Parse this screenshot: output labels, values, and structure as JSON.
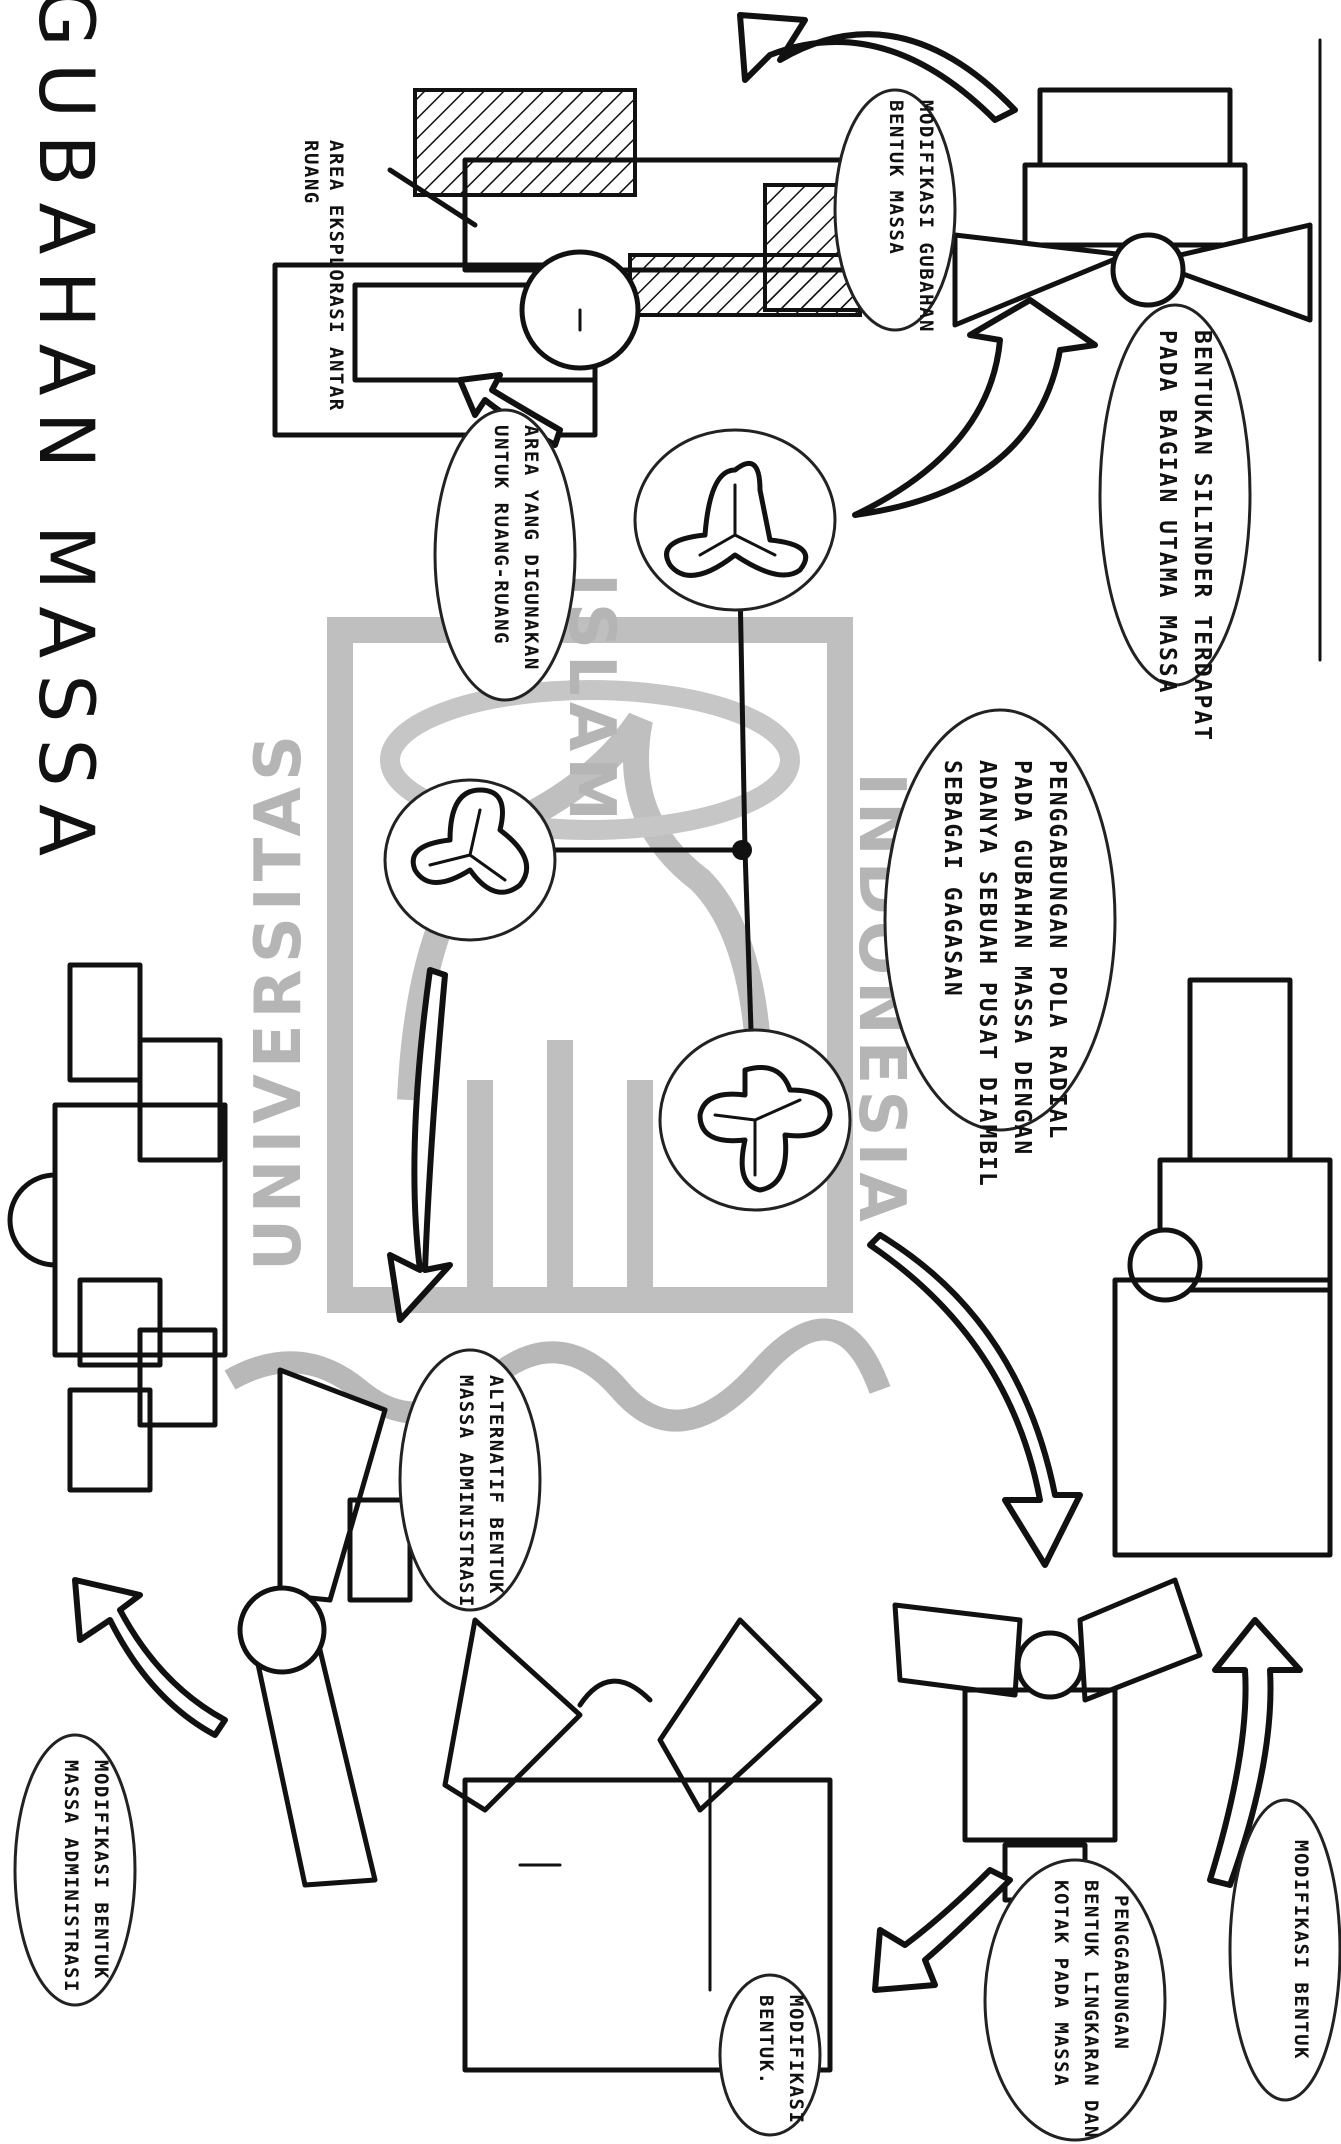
{
  "title": "GUBAHAN MASSA",
  "watermark": {
    "top_text": "ISLAM",
    "left_text": "UNIVERSITAS",
    "right_text": "INDONESIA",
    "color": "#b5b5b5"
  },
  "notes": {
    "area_eksplorasi_1": "AREA EKSPLORASI ANTAR",
    "area_eksplorasi_2": "RUANG",
    "modifikasi_gubahan_1": "MODIFIKASI GUBAHAN",
    "modifikasi_gubahan_2": "BENTUK MASSA",
    "area_digunakan_1": "AREA YANG DIGUNAKAN",
    "area_digunakan_2": "UNTUK RUANG-RUANG",
    "bentukan_silinder_1": "BENTUKAN SILINDER TERDAPAT",
    "bentukan_silinder_2": "PADA BAGIAN UTAMA MASSA",
    "penggabungan_radial_1": "PENGGABUNGAN POLA RADIAL",
    "penggabungan_radial_2": "PADA GUBAHAN MASSA DENGAN",
    "penggabungan_radial_3": "ADANYA SEBUAH PUSAT DIAMBIL",
    "penggabungan_radial_4": "SEBAGAI GAGASAN",
    "alternatif_bentuk_1": "ALTERNATIF BENTUK",
    "alternatif_bentuk_2": "MASSA ADMINISTRASI",
    "modifikasi_admin_1": "MODIFIKASI BENTUK",
    "modifikasi_admin_2": "MASSA ADMINISTRASI",
    "penggabungan_lingkaran_1": "PENGGABUNGAN",
    "penggabungan_lingkaran_2": "BENTUK LINGKARAN DAN",
    "penggabungan_lingkaran_3": "KOTAK PADA MASSA",
    "modifikasi_bentuk_short_1": "MODIFIKASI",
    "modifikasi_bentuk_short_2": "BENTUK.",
    "modifikasi_bentuk_right": "MODIFIKASI BENTUK"
  }
}
